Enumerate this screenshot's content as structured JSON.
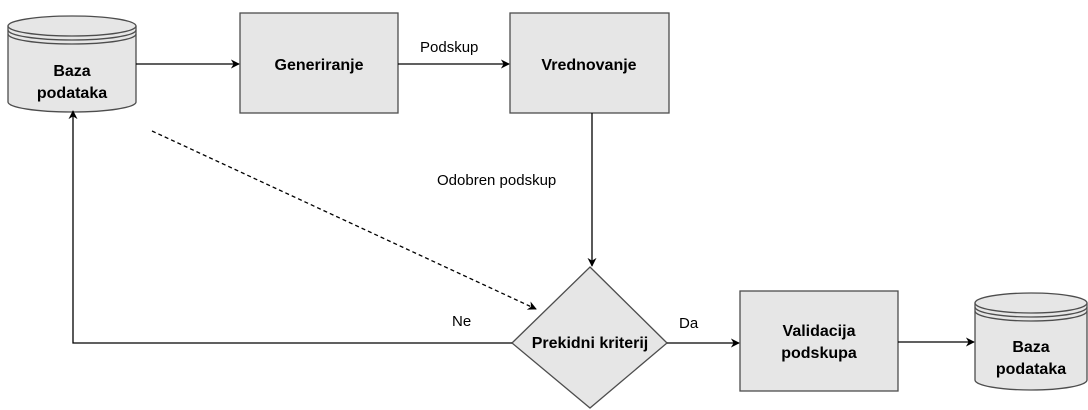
{
  "nodes": {
    "db_source": {
      "line1": "Baza",
      "line2": "podataka"
    },
    "generation": {
      "label": "Generiranje"
    },
    "evaluation": {
      "label": "Vrednovanje"
    },
    "stop_criterion": {
      "label": "Prekidni kriterij"
    },
    "validation": {
      "line1": "Validacija",
      "line2": "podskupa"
    },
    "db_target": {
      "line1": "Baza",
      "line2": "podataka"
    }
  },
  "edges": {
    "generation_to_evaluation": "Podskup",
    "evaluation_to_criterion": "Odobren podskup",
    "criterion_no": "Ne",
    "criterion_yes": "Da"
  },
  "colors": {
    "node_fill": "#e6e6e6",
    "node_stroke": "#4d4d4d",
    "edge": "#000000"
  }
}
